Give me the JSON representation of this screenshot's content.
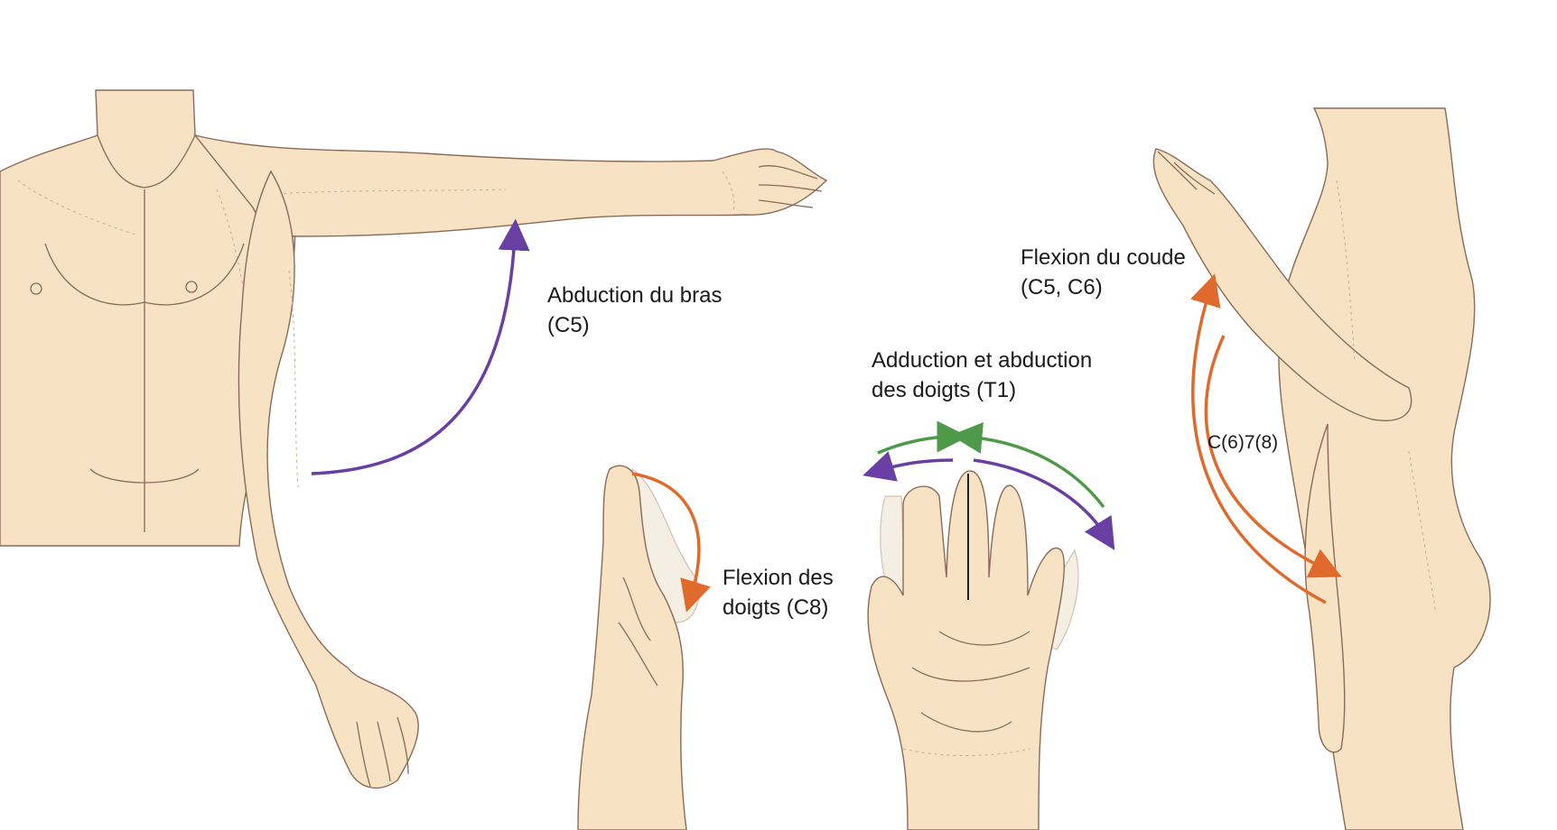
{
  "colors": {
    "purple_arrow": "#6a3fa3",
    "orange_arrow": "#e06a2c",
    "green_arrow": "#4e9a4a",
    "skin": "#f7e3c4",
    "outline": "#8a6a58"
  },
  "labels": {
    "arm_abduction": {
      "line1": "Abduction du bras",
      "line2": "(C5)"
    },
    "finger_flexion": {
      "line1": "Flexion des",
      "line2": "doigts (C8)"
    },
    "finger_ab_adduction": {
      "line1": "Adduction et abduction",
      "line2": "des doigts (T1)"
    },
    "elbow_flexion": {
      "line1": "Flexion du coude",
      "line2": "(C5, C6)"
    },
    "elbow_extension": {
      "line1": "C(6)7(8)"
    }
  }
}
